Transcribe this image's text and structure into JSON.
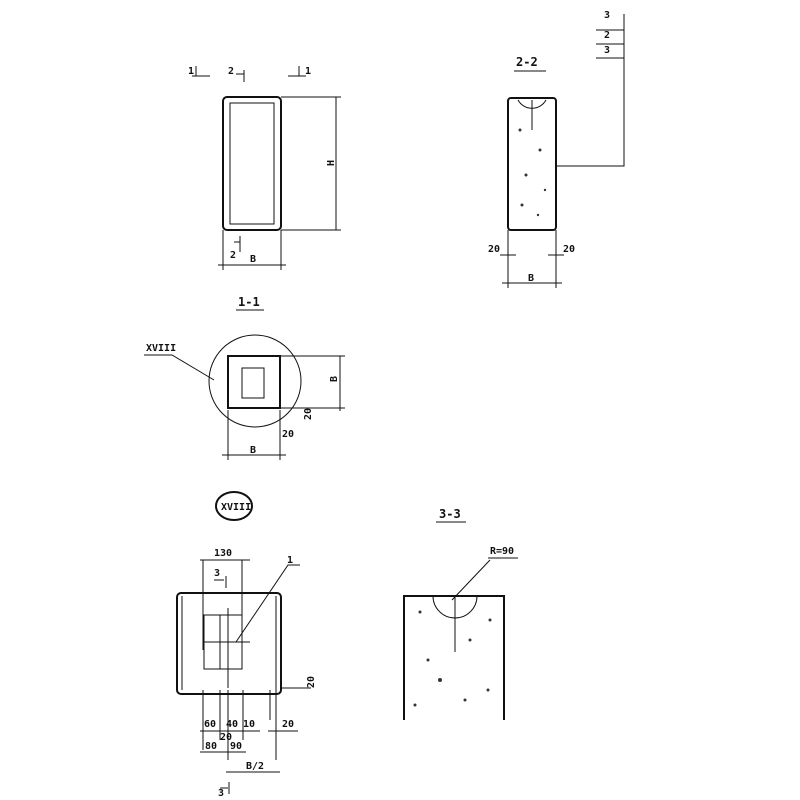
{
  "view_top": {
    "section_1_left": "1",
    "section_2": "2",
    "section_1_right": "1",
    "height_label": "H",
    "width_label": "B",
    "section_2_bottom": "2"
  },
  "section_1_1": {
    "title": "1-1",
    "callout": "XVIII",
    "width_label": "B",
    "depth_label": "B",
    "offset_1": "20",
    "offset_2": "20"
  },
  "section_2_2": {
    "title": "2-2",
    "left_cover": "20",
    "right_cover": "20",
    "width_label": "B",
    "layers": [
      "3",
      "2",
      "3"
    ]
  },
  "detail_xviii": {
    "title": "XVIII",
    "dim_top": "130",
    "item": "1",
    "section_mark_top": "3",
    "section_mark_bottom": "3",
    "dims": [
      "60",
      "40",
      "10",
      "20",
      "80",
      "90",
      "20"
    ],
    "right_20": "20",
    "bottom_right_20": "20",
    "half_width": "B/2"
  },
  "section_3_3": {
    "title": "3-3",
    "radius": "R=90"
  }
}
